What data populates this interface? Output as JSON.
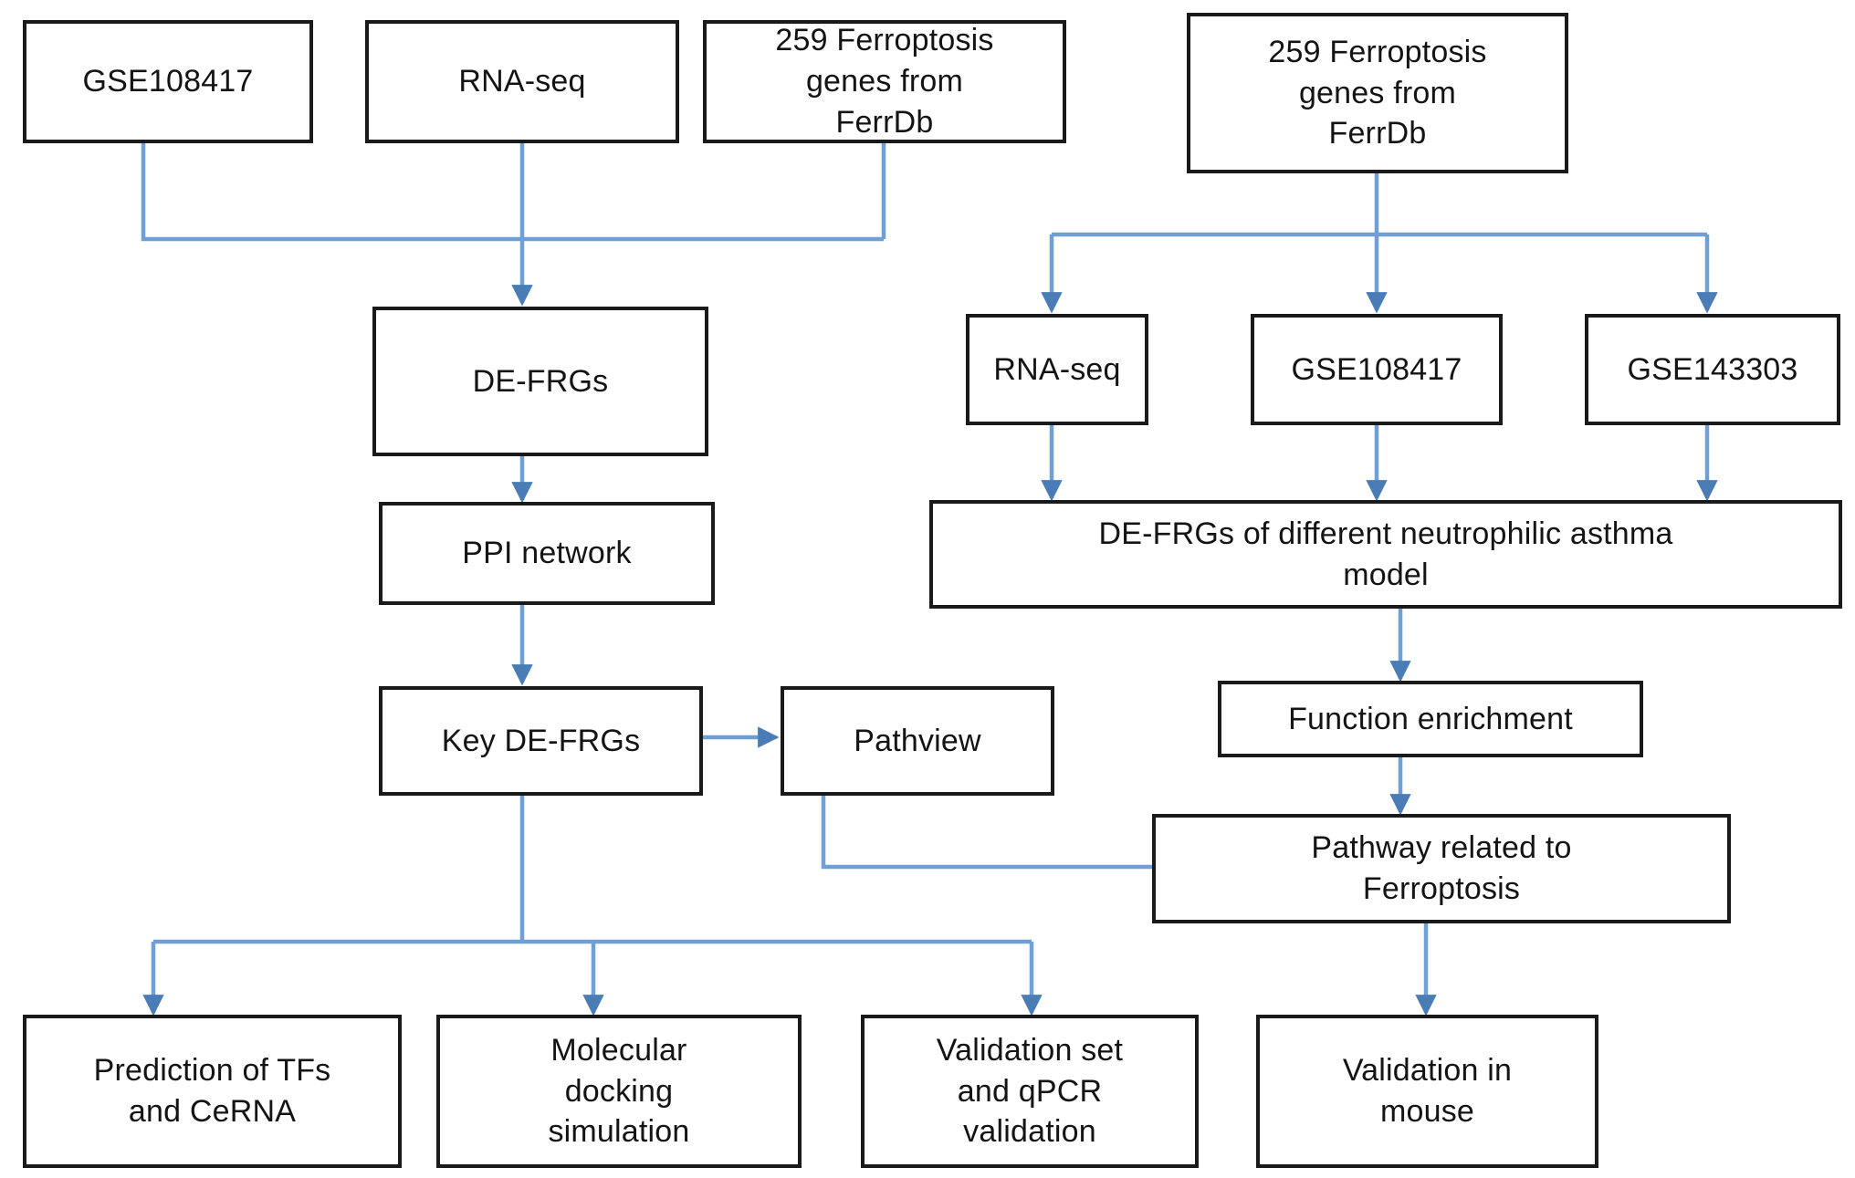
{
  "diagram": {
    "title": "Ferroptosis-related gene analysis workflow",
    "edge_color": "#5b8fc9",
    "node_border_color": "#1a1a1a",
    "background_color": "#ffffff",
    "nodes": [
      {
        "id": "gse108417_top",
        "label": "GSE108417"
      },
      {
        "id": "rnaseq_top",
        "label": "RNA-seq"
      },
      {
        "id": "ferrdb_left",
        "label": "259 Ferroptosis\ngenes from\nFerrDb"
      },
      {
        "id": "ferrdb_right",
        "label": "259 Ferroptosis\ngenes from\nFerrDb"
      },
      {
        "id": "de_frgs",
        "label": "DE-FRGs"
      },
      {
        "id": "ppi_network",
        "label": "PPI network"
      },
      {
        "id": "key_de_frgs",
        "label": "Key DE-FRGs"
      },
      {
        "id": "pathview",
        "label": "Pathview"
      },
      {
        "id": "rnaseq_right",
        "label": "RNA-seq"
      },
      {
        "id": "gse108417_right",
        "label": "GSE108417"
      },
      {
        "id": "gse143303",
        "label": "GSE143303"
      },
      {
        "id": "de_frgs_model",
        "label": "DE-FRGs of different neutrophilic asthma\nmodel"
      },
      {
        "id": "function_enrichment",
        "label": "Function enrichment"
      },
      {
        "id": "pathway_ferroptosis",
        "label": "Pathway related to\nFerroptosis"
      },
      {
        "id": "prediction_tfs",
        "label": "Prediction of TFs\nand CeRNA"
      },
      {
        "id": "molecular_docking",
        "label": "Molecular\ndocking\nsimulation"
      },
      {
        "id": "validation_qpcr",
        "label": "Validation set\nand qPCR\nvalidation"
      },
      {
        "id": "validation_mouse",
        "label": "Validation in\nmouse"
      }
    ]
  }
}
